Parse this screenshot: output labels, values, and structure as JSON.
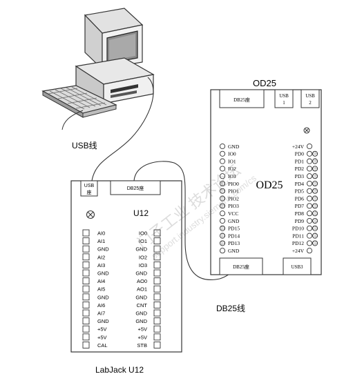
{
  "labels": {
    "usb_cable": "USB线",
    "db25_cable": "DB25线",
    "labjack_caption": "LabJack U12"
  },
  "u12": {
    "name": "U12",
    "usb_port": [
      "USB",
      "座"
    ],
    "db25_port": "DB25座",
    "left_pins": [
      "AI0",
      "AI1",
      "GND",
      "AI2",
      "AI3",
      "GND",
      "AI4",
      "AI5",
      "GND",
      "AI6",
      "AI7",
      "GND",
      "+5V",
      "+5V",
      "CAL"
    ],
    "right_pins": [
      "IO0",
      "IO1",
      "GND",
      "IO2",
      "IO3",
      "GND",
      "AO0",
      "AO1",
      "GND",
      "CNT",
      "GND",
      "GND",
      "+5V",
      "+5V",
      "STB"
    ]
  },
  "od25": {
    "title": "OD25",
    "center_label": "OD25",
    "top_db25": "DB25座",
    "usb1": [
      "USB",
      "1"
    ],
    "usb2": [
      "USB",
      "2"
    ],
    "bottom_db25": "DB25座",
    "bottom_usb": "USB3",
    "left_pins": [
      "GND",
      "IO0",
      "IO1",
      "IO2",
      "IO3",
      "PIO0",
      "PIO1",
      "PIO2",
      "PIO3",
      "VCC",
      "GND",
      "PD15",
      "PD14",
      "PD13",
      "GND"
    ],
    "right_pins": [
      "+24V",
      "PD0",
      "PD1",
      "PD2",
      "PD3",
      "PD4",
      "PD5",
      "PD6",
      "PD7",
      "PD8",
      "PD9",
      "PD10",
      "PD11",
      "PD12",
      "+24V"
    ]
  },
  "watermark": [
    "门子工业 技术论坛",
    "support.industry.siemens.com/cs"
  ]
}
